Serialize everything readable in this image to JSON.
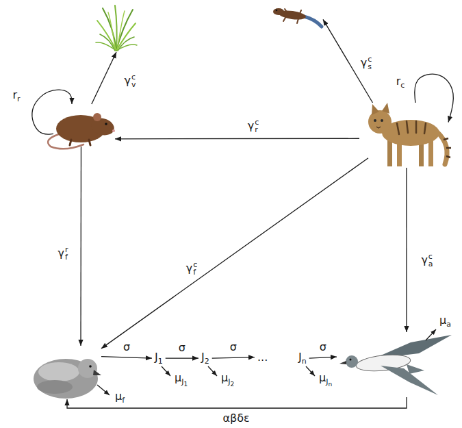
{
  "diagram": {
    "nodes": [
      {
        "text": []
      },
      {
        "text": []
      },
      {
        "text": []
      },
      {
        "text": []
      },
      {
        "text": []
      },
      {
        "text": [
          "J1"
        ]
      },
      {
        "text": [
          "J2"
        ]
      },
      {
        "text": [
          "..."
        ]
      },
      {
        "text": [
          "Jn"
        ]
      },
      {
        "text": []
      }
    ],
    "edges": [
      {
        "from": 2,
        "to": 0,
        "label": "γcv",
        "arrow": "to"
      },
      {
        "from": 2,
        "to": 2,
        "label": "rr",
        "arrow": "to"
      },
      {
        "from": 3,
        "to": 3,
        "label": "rc",
        "arrow": "to"
      },
      {
        "from": 3,
        "to": 1,
        "label": "γcs",
        "arrow": "to"
      },
      {
        "from": 3,
        "to": 2,
        "label": "γcr",
        "arrow": "to"
      },
      {
        "from": 2,
        "to": 4,
        "label": "γrf",
        "arrow": "to"
      },
      {
        "from": 3,
        "to": 4,
        "label": "γcf",
        "arrow": "to"
      },
      {
        "from": 3,
        "to": 9,
        "label": "γca",
        "arrow": "to"
      },
      {
        "from": 4,
        "to": 5,
        "label": "σ",
        "arrow": "to"
      },
      {
        "from": 5,
        "to": 6,
        "label": "σ",
        "arrow": "to"
      },
      {
        "from": 6,
        "to": 7,
        "label": "σ",
        "arrow": "to"
      },
      {
        "from": 8,
        "to": 9,
        "label": "σ",
        "arrow": "to"
      },
      {
        "from": 9,
        "to": 4,
        "label": "αβδε",
        "arrow": "to"
      }
    ],
    "labels": [
      "μf",
      "μJ1",
      "μJ2",
      "μJn",
      "μa"
    ]
  }
}
